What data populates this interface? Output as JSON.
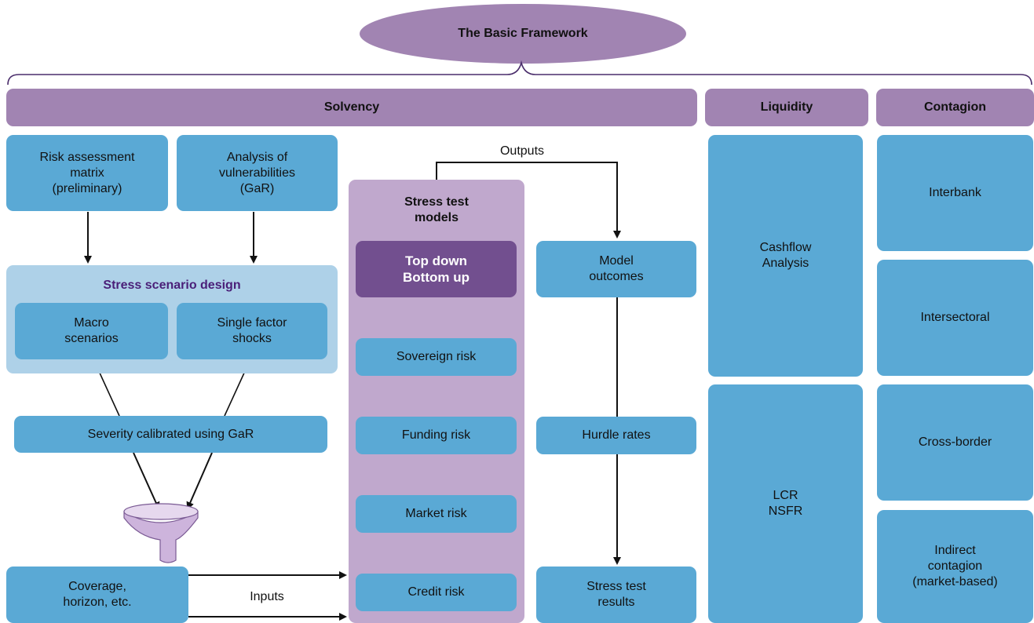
{
  "title": "The Basic Framework",
  "headers": {
    "solvency": "Solvency",
    "liquidity": "Liquidity",
    "contagion": "Contagion"
  },
  "inputs": {
    "risk_assessment": "Risk assessment\nmatrix\n(preliminary)",
    "vulnerabilities": "Analysis of\nvulnerabilities\n(GaR)",
    "scenario_design_title": "Stress scenario design",
    "macro": "Macro\nscenarios",
    "single_factor": "Single factor\nshocks",
    "severity": "Severity calibrated using GaR",
    "coverage": "Coverage,\nhorizon, etc."
  },
  "labels": {
    "outputs": "Outputs",
    "inputs": "Inputs"
  },
  "models": {
    "title": "Stress test\nmodels",
    "approach": "Top down\nBottom up",
    "items": [
      "Sovereign risk",
      "Funding risk",
      "Market risk",
      "Credit risk"
    ]
  },
  "results": {
    "outcomes": "Model\noutcomes",
    "hurdle": "Hurdle rates",
    "results": "Stress test\nresults"
  },
  "liquidity": {
    "cashflow": "Cashflow\nAnalysis",
    "ratios": "LCR\nNSFR"
  },
  "contagion": {
    "items": [
      "Interbank",
      "Intersectoral",
      "Cross-border",
      "Indirect\ncontagion\n(market-based)"
    ]
  },
  "colors": {
    "purple": "#a184b2",
    "dark_purple": "#724f8f",
    "light_purple": "#c0a8cd",
    "blue": "#5aa9d5",
    "light_blue": "#aed1e8",
    "scenario_title": "#4a1f78"
  }
}
